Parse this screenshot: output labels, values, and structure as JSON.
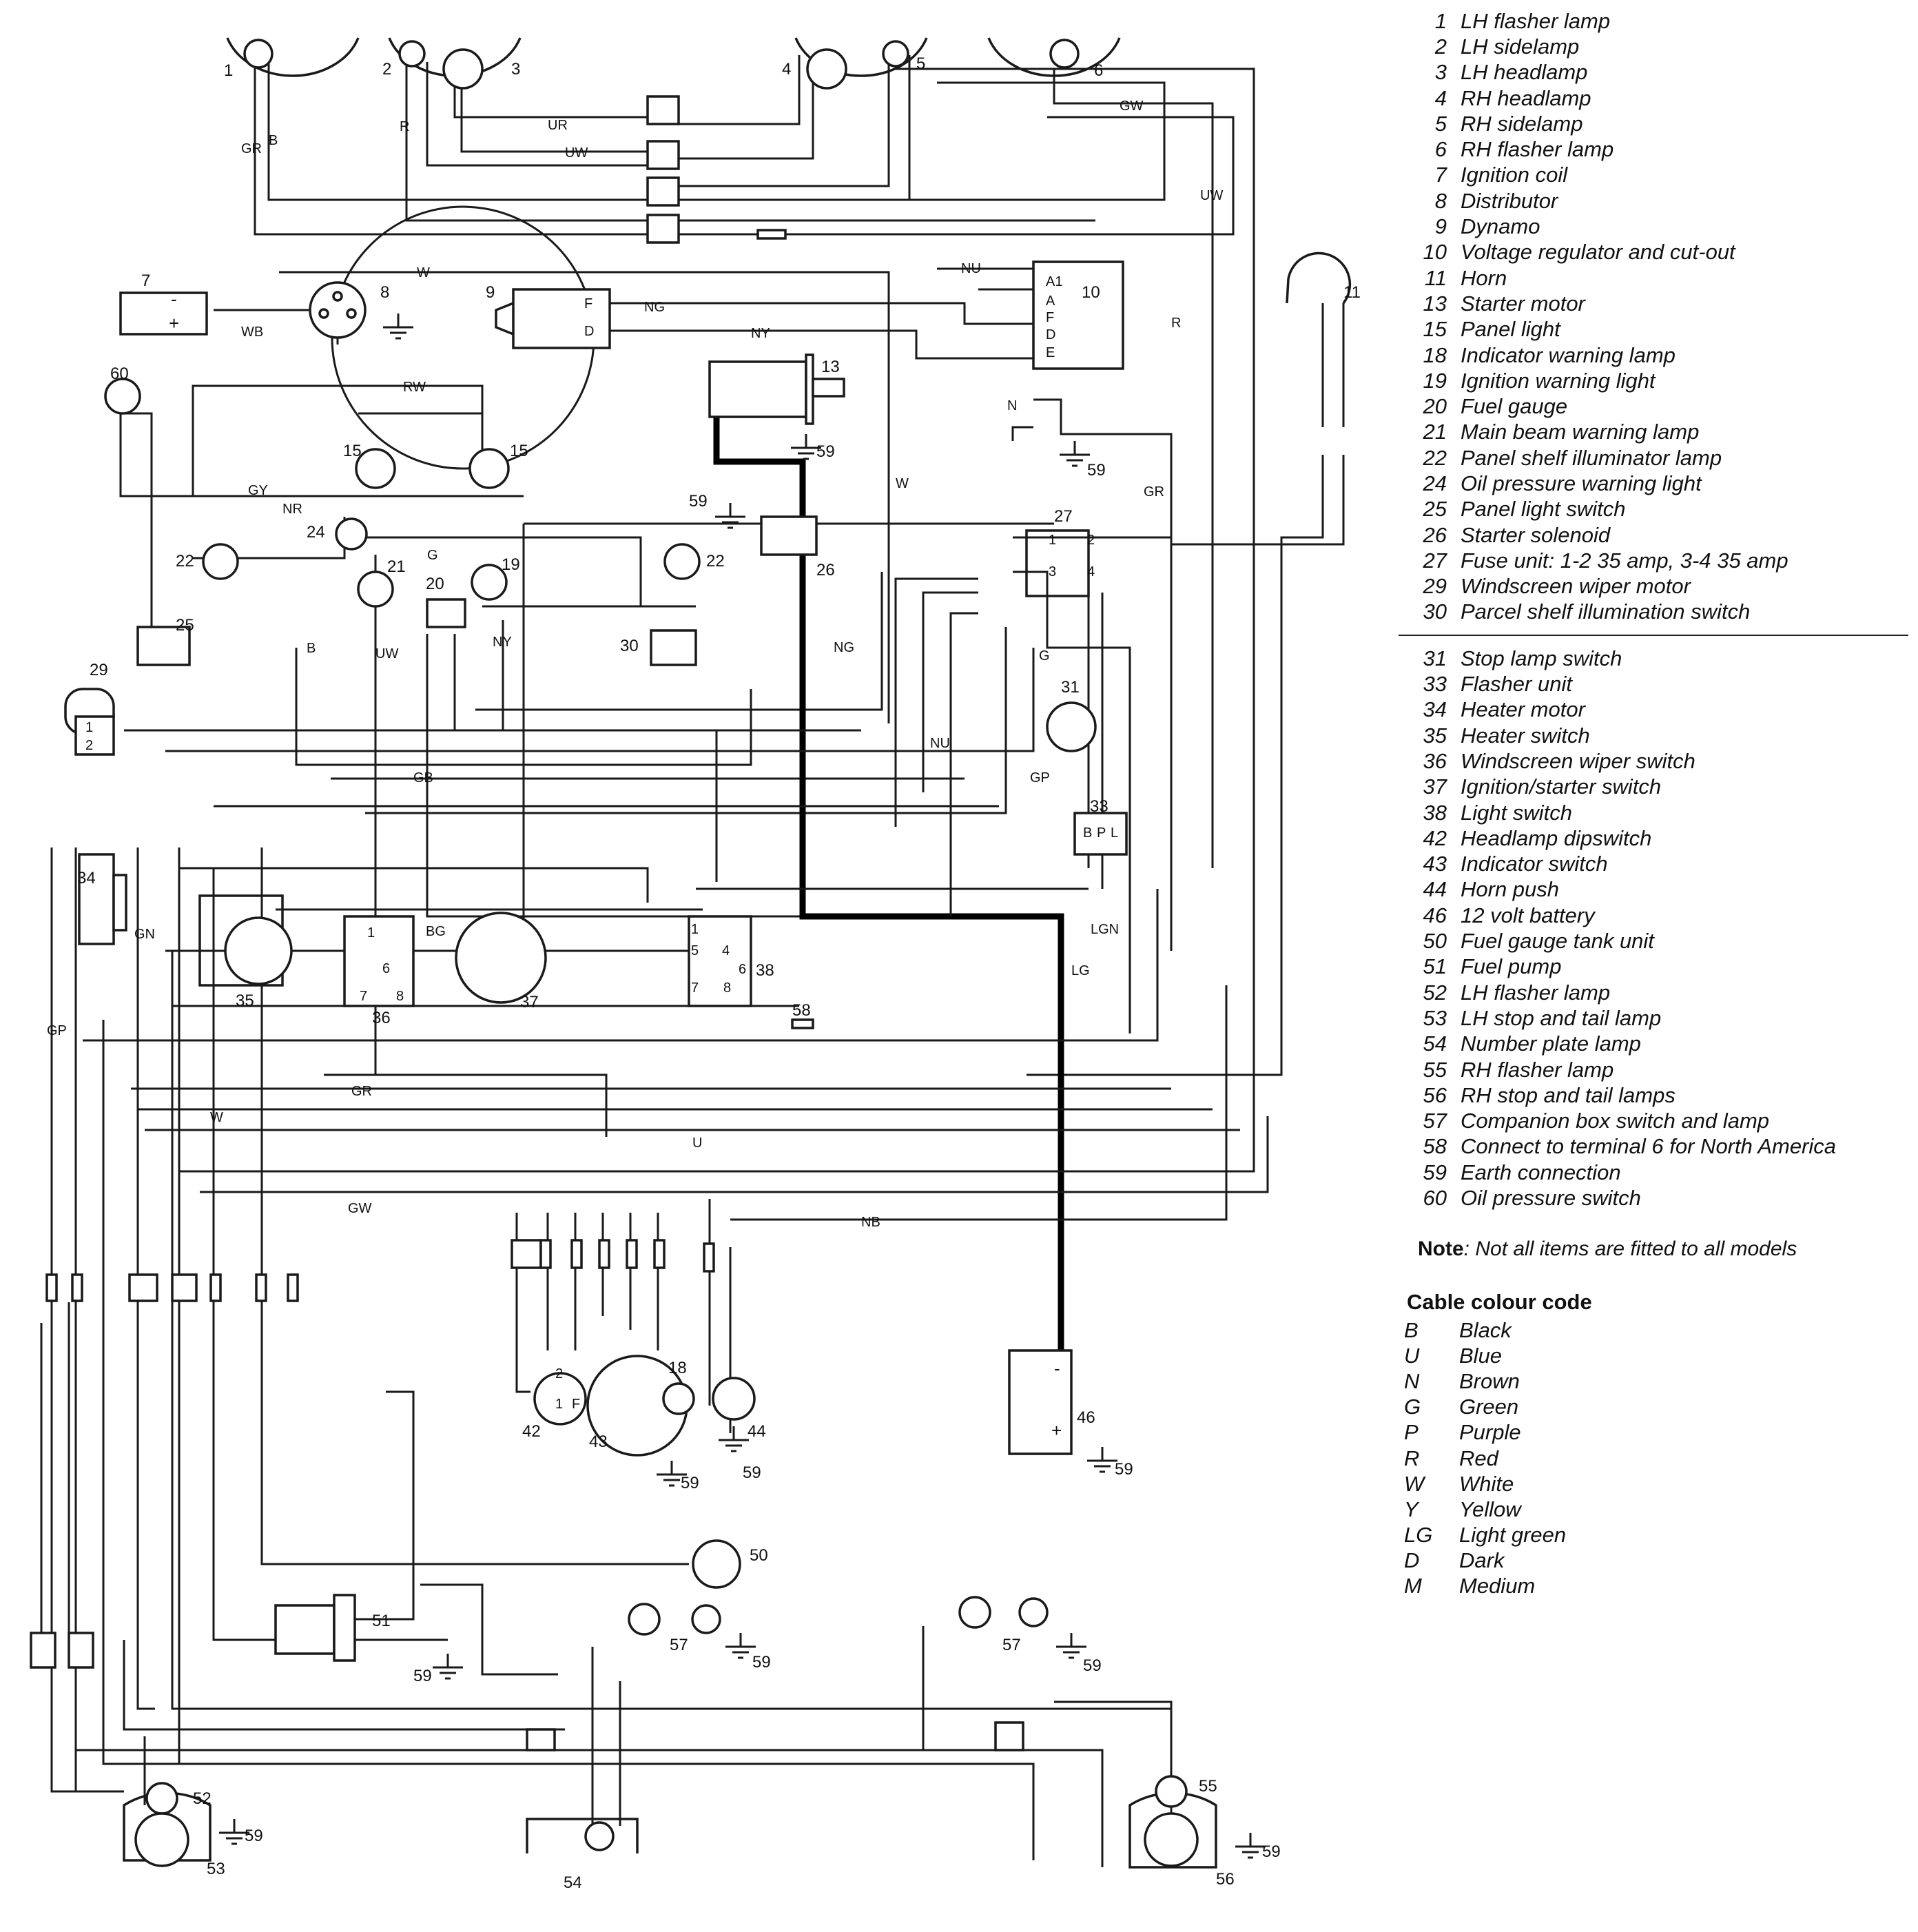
{
  "legend": [
    {
      "num": "1",
      "label": "LH flasher lamp"
    },
    {
      "num": "2",
      "label": "LH sidelamp"
    },
    {
      "num": "3",
      "label": "LH headlamp"
    },
    {
      "num": "4",
      "label": "RH headlamp"
    },
    {
      "num": "5",
      "label": "RH sidelamp"
    },
    {
      "num": "6",
      "label": "RH flasher lamp"
    },
    {
      "num": "7",
      "label": "Ignition coil"
    },
    {
      "num": "8",
      "label": "Distributor"
    },
    {
      "num": "9",
      "label": "Dynamo"
    },
    {
      "num": "10",
      "label": "Voltage regulator and cut-out"
    },
    {
      "num": "11",
      "label": "Horn"
    },
    {
      "num": "13",
      "label": "Starter motor"
    },
    {
      "num": "15",
      "label": "Panel light"
    },
    {
      "num": "18",
      "label": "Indicator warning lamp"
    },
    {
      "num": "19",
      "label": "Ignition warning light"
    },
    {
      "num": "20",
      "label": "Fuel gauge"
    },
    {
      "num": "21",
      "label": "Main beam warning lamp"
    },
    {
      "num": "22",
      "label": "Panel shelf illuminator lamp"
    },
    {
      "num": "24",
      "label": "Oil pressure warning light"
    },
    {
      "num": "25",
      "label": "Panel light switch"
    },
    {
      "num": "26",
      "label": "Starter solenoid"
    },
    {
      "num": "27",
      "label": "Fuse unit: 1-2 35 amp, 3-4 35 amp"
    },
    {
      "num": "29",
      "label": "Windscreen wiper motor"
    },
    {
      "num": "30",
      "label": "Parcel shelf illumination switch"
    }
  ],
  "legend_2": [
    {
      "num": "31",
      "label": "Stop lamp switch"
    },
    {
      "num": "33",
      "label": "Flasher unit"
    },
    {
      "num": "34",
      "label": "Heater motor"
    },
    {
      "num": "35",
      "label": "Heater switch"
    },
    {
      "num": "36",
      "label": "Windscreen wiper switch"
    },
    {
      "num": "37",
      "label": "Ignition/starter switch"
    },
    {
      "num": "38",
      "label": "Light switch"
    },
    {
      "num": "42",
      "label": "Headlamp dipswitch"
    },
    {
      "num": "43",
      "label": "Indicator switch"
    },
    {
      "num": "44",
      "label": "Horn push"
    },
    {
      "num": "46",
      "label": "12 volt battery"
    },
    {
      "num": "50",
      "label": "Fuel gauge tank unit"
    },
    {
      "num": "51",
      "label": "Fuel pump"
    },
    {
      "num": "52",
      "label": "LH flasher lamp"
    },
    {
      "num": "53",
      "label": "LH stop and tail lamp"
    },
    {
      "num": "54",
      "label": "Number plate lamp"
    },
    {
      "num": "55",
      "label": "RH flasher lamp"
    },
    {
      "num": "56",
      "label": "RH stop and tail lamps"
    },
    {
      "num": "57",
      "label": "Companion box switch and lamp"
    },
    {
      "num": "58",
      "label": "Connect to terminal 6 for North America"
    },
    {
      "num": "59",
      "label": "Earth connection"
    },
    {
      "num": "60",
      "label": "Oil pressure switch"
    }
  ],
  "note": {
    "bold": "Note",
    "text": ": Not all items are fitted to all models"
  },
  "colour_code": {
    "title": "Cable colour code",
    "items": [
      {
        "code": "B",
        "name": "Black"
      },
      {
        "code": "U",
        "name": "Blue"
      },
      {
        "code": "N",
        "name": "Brown"
      },
      {
        "code": "G",
        "name": "Green"
      },
      {
        "code": "P",
        "name": "Purple"
      },
      {
        "code": "R",
        "name": "Red"
      },
      {
        "code": "W",
        "name": "White"
      },
      {
        "code": "Y",
        "name": "Yellow"
      },
      {
        "code": "LG",
        "name": "Light green"
      },
      {
        "code": "D",
        "name": "Dark"
      },
      {
        "code": "M",
        "name": "Medium"
      }
    ]
  },
  "diagram": {
    "component_numbers": [
      "1",
      "2",
      "3",
      "4",
      "5",
      "6",
      "7",
      "8",
      "9",
      "10",
      "11",
      "13",
      "15",
      "15",
      "18",
      "19",
      "20",
      "21",
      "22",
      "22",
      "24",
      "25",
      "26",
      "27",
      "29",
      "30",
      "31",
      "33",
      "34",
      "35",
      "36",
      "37",
      "38",
      "42",
      "43",
      "44",
      "46",
      "50",
      "51",
      "52",
      "53",
      "54",
      "55",
      "56",
      "57",
      "57",
      "58",
      "60"
    ],
    "earth_label": "59",
    "wire_labels": [
      "GR",
      "B",
      "R",
      "UR",
      "UW",
      "W",
      "WB",
      "NG",
      "NY",
      "NU",
      "N",
      "GW",
      "UW",
      "R",
      "GR",
      "RW",
      "GY",
      "NR",
      "G",
      "UW",
      "B",
      "GB",
      "NY",
      "W",
      "NU",
      "NG",
      "G",
      "GP",
      "LGN",
      "LG",
      "NB",
      "U",
      "GR",
      "GW",
      "BG",
      "GN",
      "GP",
      "W"
    ],
    "terminal_labels": {
      "regulator": [
        "A1",
        "A",
        "F",
        "D",
        "E"
      ],
      "dynamo": [
        "F",
        "D"
      ],
      "fuse": [
        "1",
        "2",
        "3",
        "4"
      ],
      "wiper_motor": [
        "1",
        "2"
      ],
      "flasher": [
        "B",
        "P",
        "L"
      ],
      "coil": [
        "-",
        "+"
      ],
      "battery": [
        "-",
        "+"
      ],
      "switch_36": [
        "1",
        "6",
        "7",
        "8"
      ],
      "switch_38": [
        "1",
        "4",
        "5",
        "6",
        "7",
        "8"
      ],
      "dipswitch": [
        "2",
        "1",
        "F"
      ]
    }
  }
}
